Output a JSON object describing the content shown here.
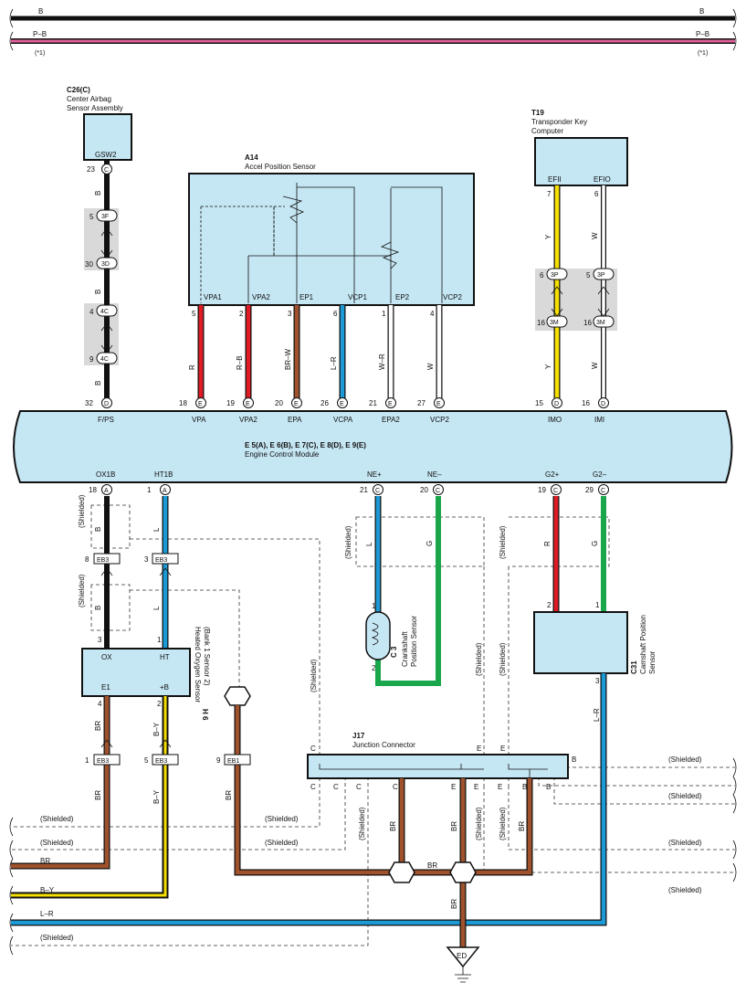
{
  "colors": {
    "black": "#111111",
    "pink": "#e0609a",
    "red": "#e01b24",
    "brown": "#a0522d",
    "blue": "#1c9ad6",
    "green": "#1aa64a",
    "yellow": "#f5e000",
    "component_fill": "#c5e6f3"
  },
  "top_bus": {
    "b_left": "B",
    "b_right": "B",
    "pb_left": "P–B",
    "pb_right": "P–B",
    "note_left": "(*1)",
    "note_right": "(*1)"
  },
  "c26": {
    "code": "C26(C)",
    "name_line1": "Center Airbag",
    "name_line2": "Sensor Assembly",
    "pin_label": "GSW2",
    "pin_num": "23",
    "pin_letter": "C",
    "wire_color": "B",
    "conn_3f_num": "5",
    "conn_3f": "3F",
    "conn_3d_num": "30",
    "conn_3d": "3D",
    "conn_4c_a_num": "4",
    "conn_4c_a": "4C",
    "conn_4c_b_num": "9",
    "conn_4c_b": "4C"
  },
  "a14": {
    "code": "A14",
    "name": "Accel Position Sensor",
    "pins": [
      {
        "label": "VPA1",
        "num": "5",
        "wire": "R"
      },
      {
        "label": "VPA2",
        "num": "2",
        "wire": "R–B"
      },
      {
        "label": "EP1",
        "num": "3",
        "wire": "BR–W"
      },
      {
        "label": "VCP1",
        "num": "6",
        "wire": "L–R"
      },
      {
        "label": "EP2",
        "num": "1",
        "wire": "W–R"
      },
      {
        "label": "VCP2",
        "num": "4",
        "wire": "W"
      }
    ]
  },
  "t19": {
    "code": "T19",
    "name_line1": "Transponder Key",
    "name_line2": "Computer",
    "pins": [
      {
        "label": "EFII",
        "num": "7",
        "wire": "Y"
      },
      {
        "label": "EFIO",
        "num": "6",
        "wire": "W"
      }
    ],
    "conn_3p_a_num": "6",
    "conn_3p_a": "3P",
    "conn_3p_b_num": "5",
    "conn_3p_b": "3P",
    "conn_3m_a_num": "16",
    "conn_3m_a": "3M",
    "conn_3m_b_num": "16",
    "conn_3m_b": "3M"
  },
  "ecm": {
    "title_line1": "E 5(A), E 6(B), E 7(C), E 8(D), E 9(E)",
    "title_line2": "Engine Control Module",
    "top_pins": [
      {
        "num": "32",
        "letter": "D",
        "label": "F/PS"
      },
      {
        "num": "18",
        "letter": "E",
        "label": "VPA"
      },
      {
        "num": "19",
        "letter": "E",
        "label": "VPA2"
      },
      {
        "num": "20",
        "letter": "E",
        "label": "EPA"
      },
      {
        "num": "26",
        "letter": "E",
        "label": "VCPA"
      },
      {
        "num": "21",
        "letter": "E",
        "label": "EPA2"
      },
      {
        "num": "27",
        "letter": "E",
        "label": "VCP2"
      },
      {
        "num": "15",
        "letter": "D",
        "label": "IMO"
      },
      {
        "num": "16",
        "letter": "D",
        "label": "IMI"
      }
    ],
    "bottom_pins": [
      {
        "num": "18",
        "letter": "A",
        "label": "OX1B"
      },
      {
        "num": "1",
        "letter": "A",
        "label": "HT1B"
      },
      {
        "num": "21",
        "letter": "C",
        "label": "NE+"
      },
      {
        "num": "20",
        "letter": "C",
        "label": "NE–"
      },
      {
        "num": "19",
        "letter": "C",
        "label": "G2+"
      },
      {
        "num": "29",
        "letter": "C",
        "label": "G2–"
      }
    ]
  },
  "h6": {
    "code": "H 6",
    "name_line1": "Heated Oxygen Sensor",
    "name_line2": "(Bank 1 Sensor 2)",
    "pin_ox": "OX",
    "pin_ht": "HT",
    "pin_e1": "E1",
    "pin_b": "+B",
    "num_ox": "3",
    "num_ht": "1",
    "num_e1": "4",
    "num_b": "2",
    "wire_b": "B",
    "wire_l": "L",
    "wire_br": "BR",
    "wire_by": "B–Y",
    "eb3_8_num": "8",
    "eb3_8": "EB3",
    "eb3_3_num": "3",
    "eb3_3": "EB3",
    "eb3_1_num": "1",
    "eb3_1": "EB3",
    "eb3_5_num": "5",
    "eb3_5": "EB3",
    "eb1_9_num": "9",
    "eb1_9": "EB1"
  },
  "c3": {
    "code": "C 3",
    "name_line1": "Crankshaft",
    "name_line2": "Position Sensor",
    "pin1": "1",
    "pin2": "2",
    "wire_l": "L",
    "wire_g": "G"
  },
  "c31": {
    "code": "C31",
    "name_line1": "Camshaft Position",
    "name_line2": "Sensor",
    "pin1": "1",
    "pin2": "2",
    "pin3": "3",
    "wire_r": "R",
    "wire_g": "G",
    "wire_lr": "L–R"
  },
  "j17": {
    "code": "J17",
    "name": "Junction Connector",
    "top_pins": [
      "C",
      "E",
      "E",
      "B"
    ],
    "bottom_pins": [
      "C",
      "C",
      "C",
      "C",
      "E",
      "E",
      "E",
      "B",
      "B"
    ]
  },
  "shielded": "(Shielded)",
  "bottom_wires": {
    "br": "BR",
    "by": "B–Y",
    "lr": "L–R"
  },
  "ground": {
    "label": "ED"
  }
}
